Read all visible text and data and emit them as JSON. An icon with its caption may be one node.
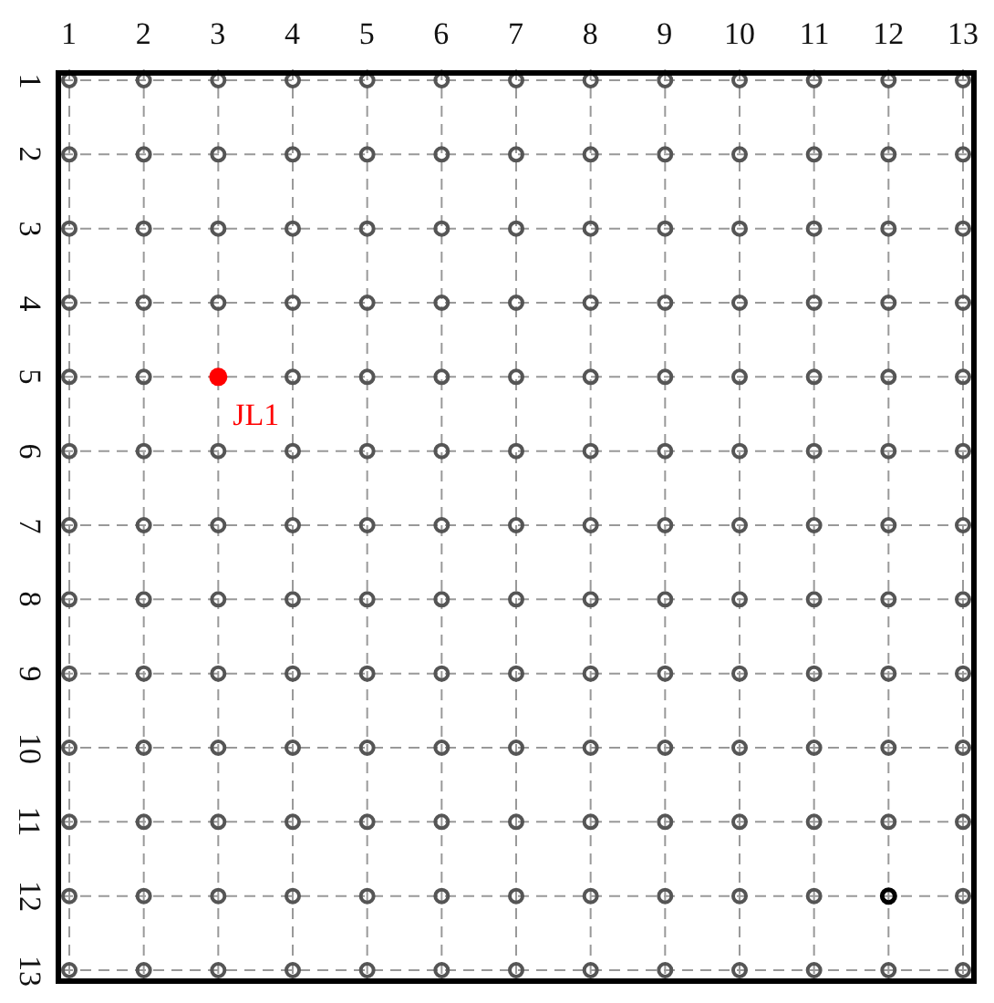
{
  "diagram": {
    "labels": [
      "1",
      "2",
      "3",
      "4",
      "5",
      "6",
      "7",
      "8",
      "9",
      "10",
      "11",
      "12",
      "13",
      "1",
      "2",
      "3",
      "4",
      "5",
      "6",
      "7",
      "8",
      "9",
      "10",
      "11",
      "12",
      "13",
      "JL1"
    ]
  }
}
